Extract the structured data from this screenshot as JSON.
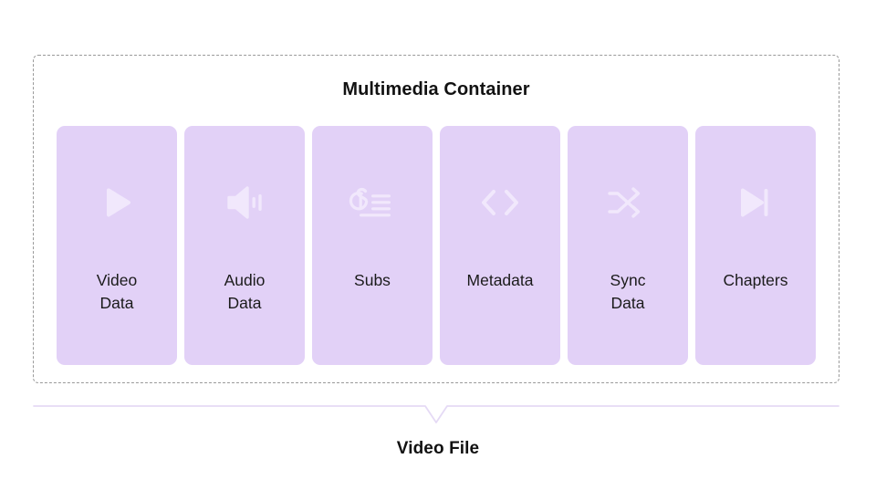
{
  "diagram": {
    "container": {
      "title": "Multimedia Container",
      "border_color": "#9a9a9a",
      "border_style": "dashed"
    },
    "cards": [
      {
        "label": "Video\nData",
        "icon": "play-icon",
        "fill": "#E2D1F7",
        "icon_color": "#F1E8FC"
      },
      {
        "label": "Audio\nData",
        "icon": "speaker-volume-icon",
        "fill": "#E2D1F7",
        "icon_color": "#F1E8FC"
      },
      {
        "label": "Subs",
        "icon": "subtitles-icon",
        "fill": "#E2D1F7",
        "icon_color": "#F1E8FC"
      },
      {
        "label": "Metadata",
        "icon": "code-brackets-icon",
        "fill": "#E2D1F7",
        "icon_color": "#F1E8FC"
      },
      {
        "label": "Sync\nData",
        "icon": "shuffle-icon",
        "fill": "#E2D1F7",
        "icon_color": "#F1E8FC"
      },
      {
        "label": "Chapters",
        "icon": "skip-forward-icon",
        "fill": "#E2D1F7",
        "icon_color": "#F1E8FC"
      }
    ],
    "brace": {
      "color": "#E5DAF5",
      "caption": "Video File"
    }
  }
}
